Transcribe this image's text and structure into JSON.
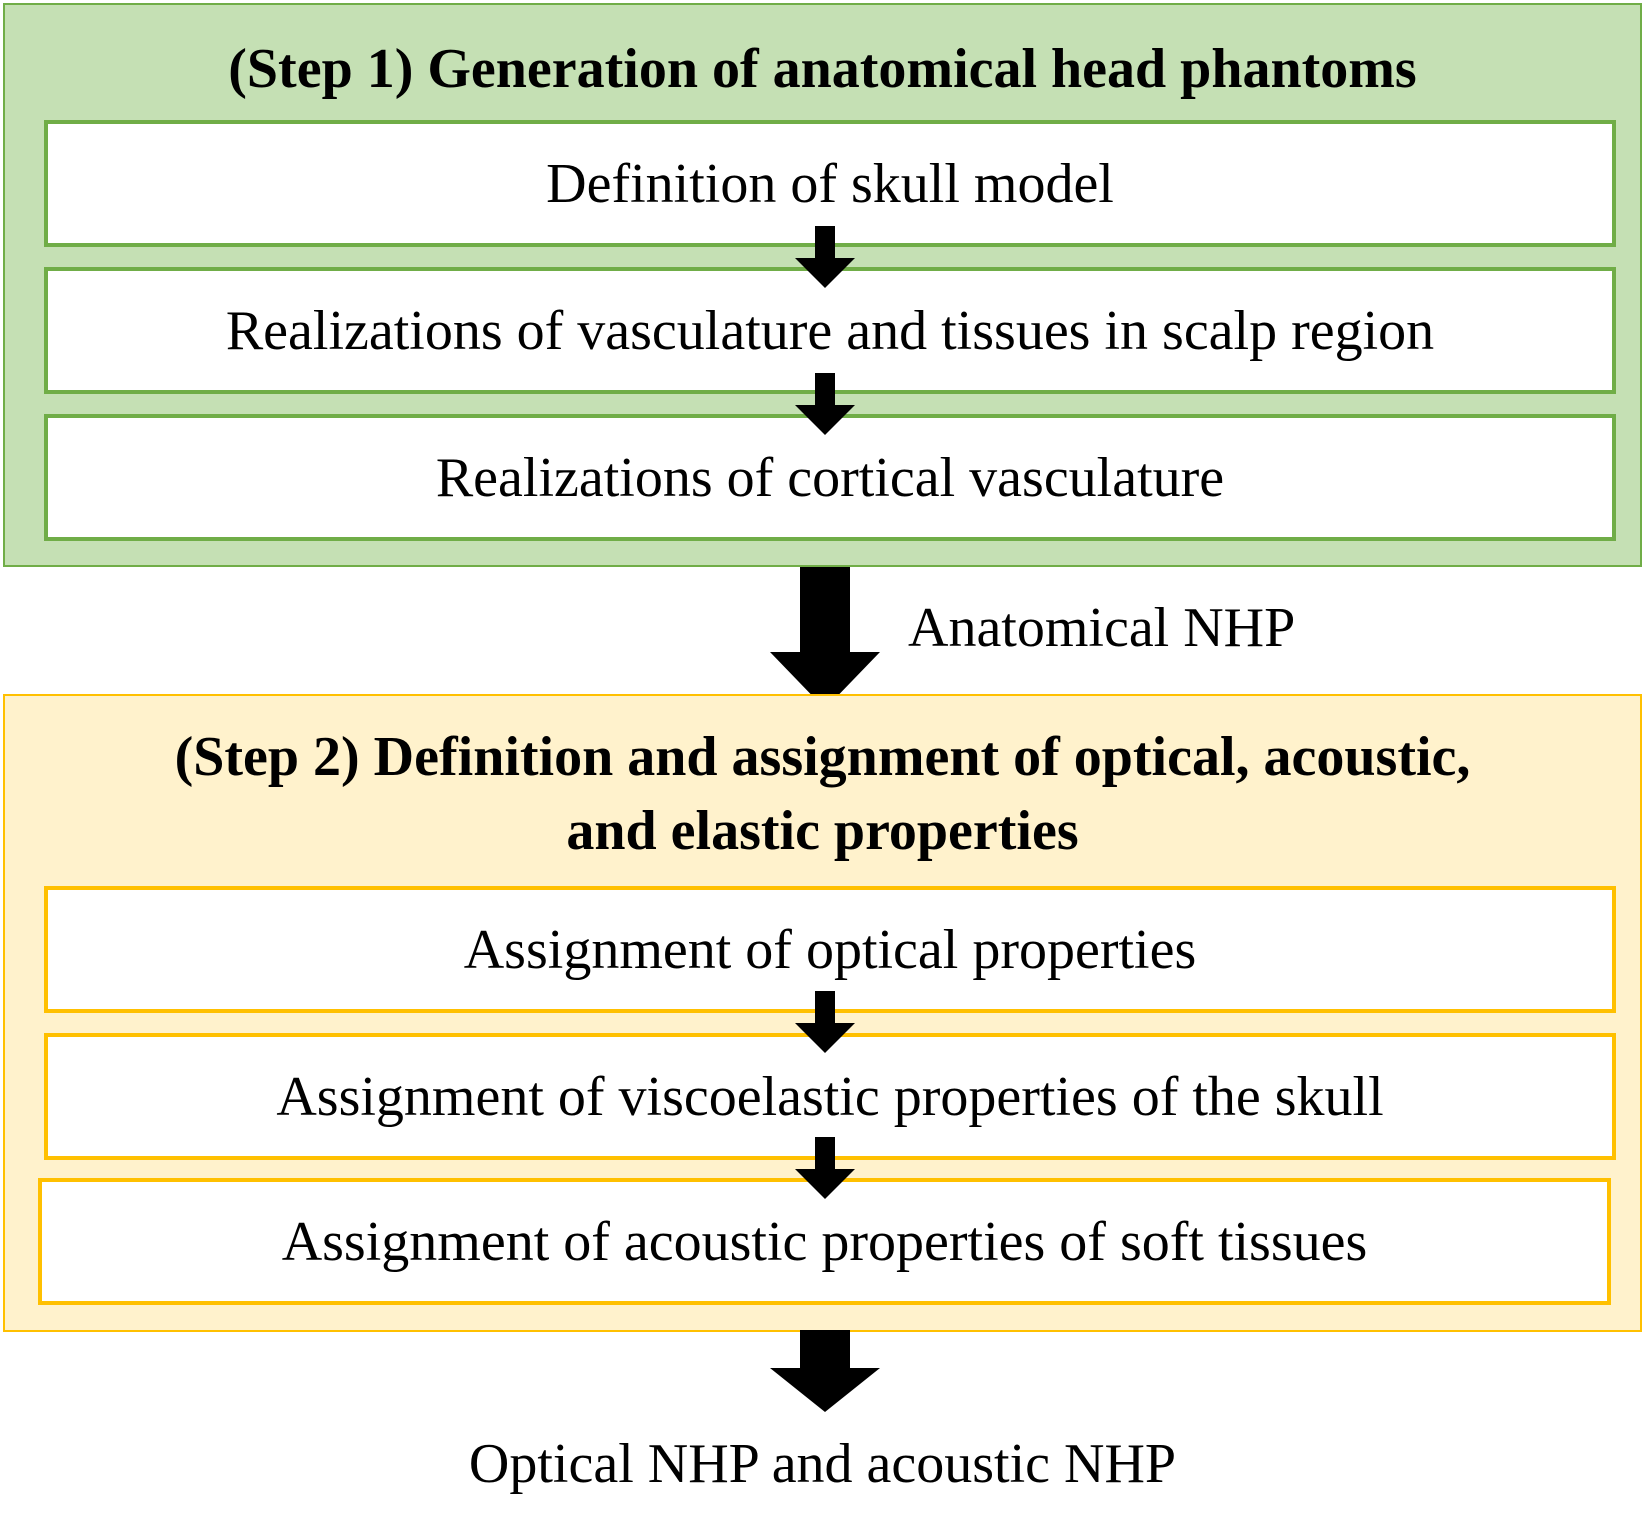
{
  "step1": {
    "heading": "(Step 1) Generation of anatomical head phantoms",
    "boxes": [
      "Definition of skull model",
      "Realizations of vasculature and tissues in scalp region",
      "Realizations of cortical vasculature"
    ],
    "fill_color": "#c5e0b4",
    "border_color": "#70ad47"
  },
  "transition_label": "Anatomical NHP",
  "step2": {
    "heading_line1": "(Step 2) Definition and assignment of optical, acoustic,",
    "heading_line2": "and elastic properties",
    "boxes": [
      "Assignment of optical properties",
      "Assignment of viscoelastic properties of the skull",
      "Assignment of acoustic properties of soft tissues"
    ],
    "fill_color": "#fff2cc",
    "border_color": "#ffc000"
  },
  "final_output": "Optical NHP and acoustic NHP",
  "arrow_icon": "down-arrow-icon"
}
